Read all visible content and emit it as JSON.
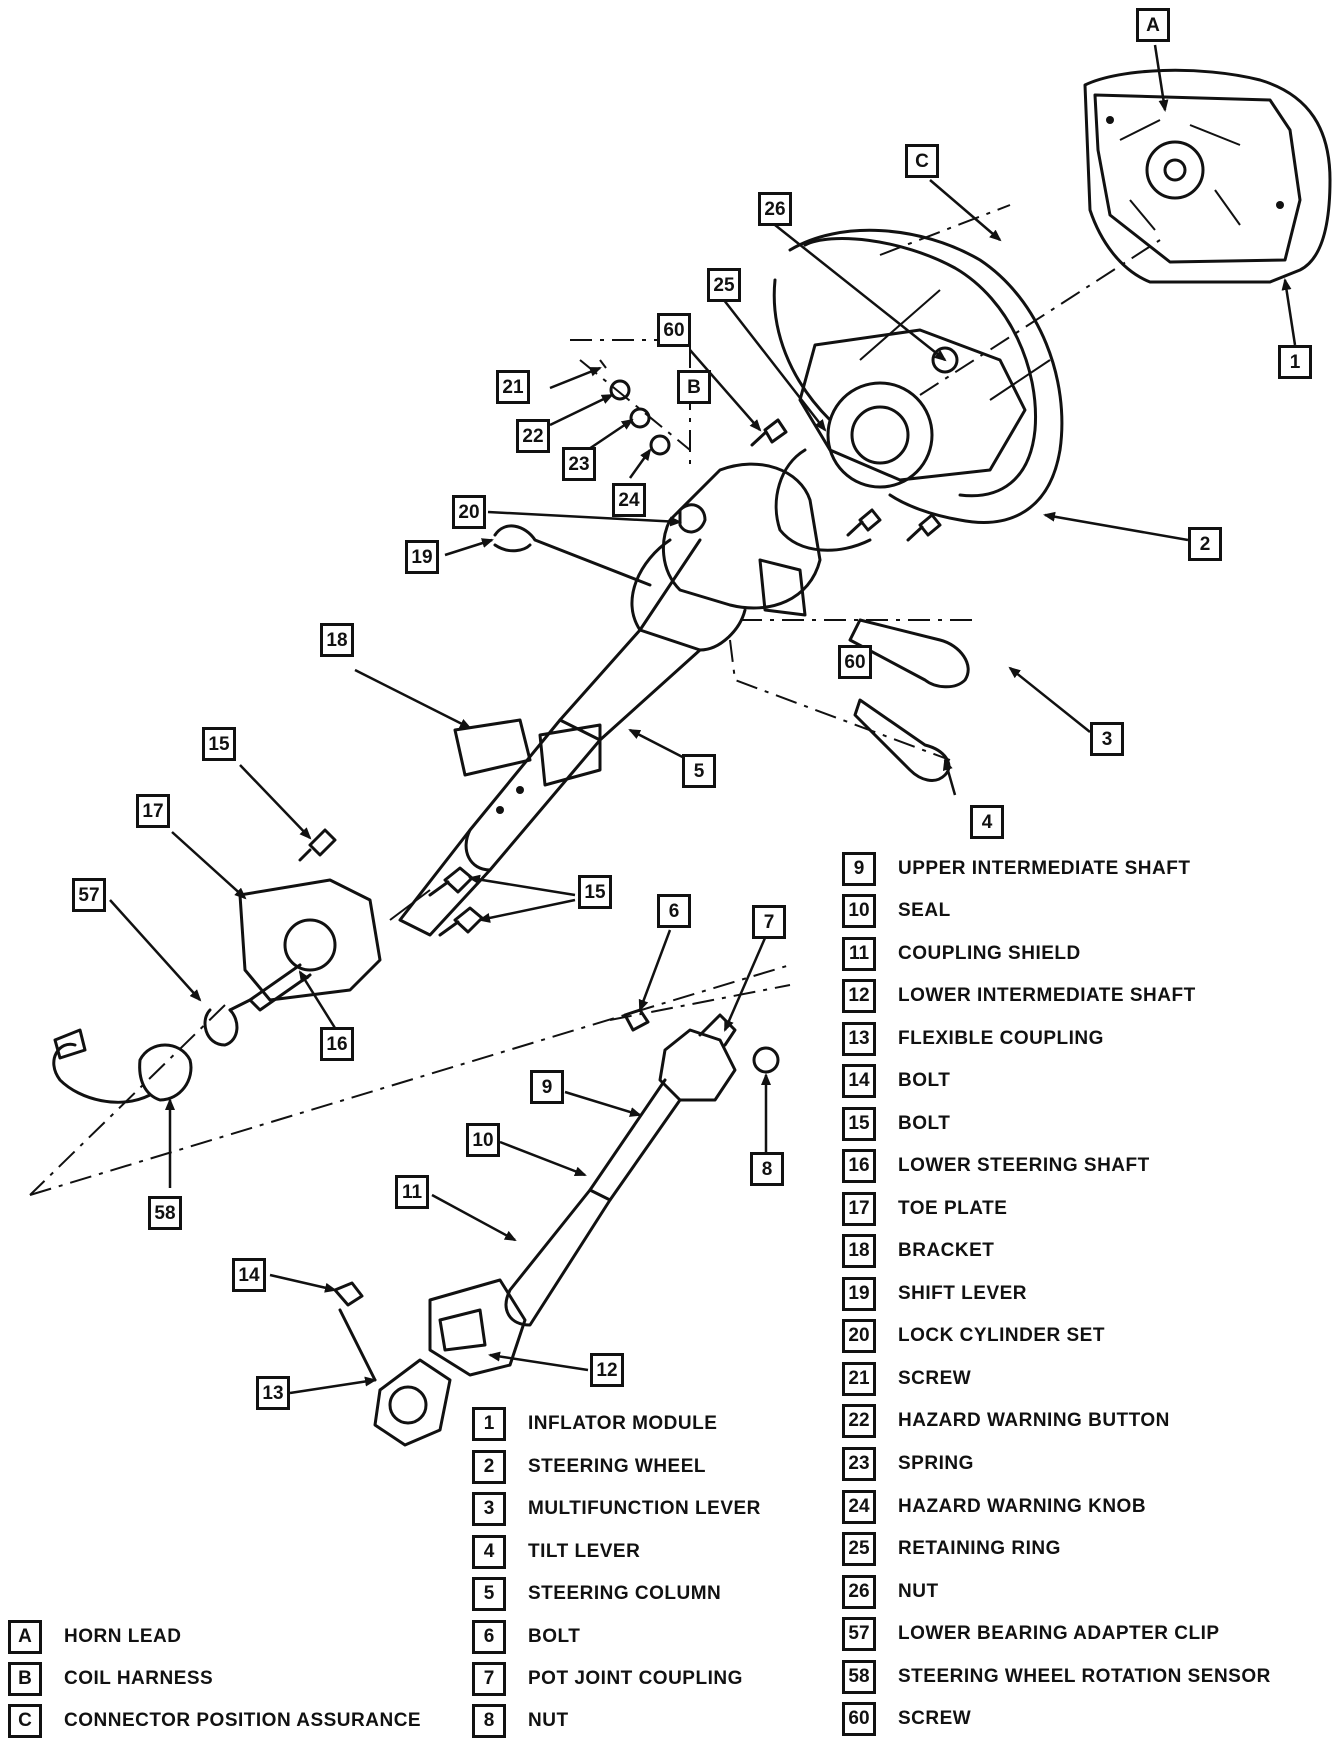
{
  "callouts": {
    "A": "A",
    "B": "B",
    "C": "C",
    "1": "1",
    "2": "2",
    "3": "3",
    "4": "4",
    "5": "5",
    "6": "6",
    "7": "7",
    "8": "8",
    "9": "9",
    "10": "10",
    "11": "11",
    "12": "12",
    "13": "13",
    "14": "14",
    "15a": "15",
    "15b": "15",
    "16": "16",
    "17": "17",
    "18": "18",
    "19": "19",
    "20": "20",
    "21": "21",
    "22": "22",
    "23": "23",
    "24": "24",
    "25": "25",
    "26": "26",
    "57": "57",
    "58": "58",
    "60a": "60",
    "60b": "60"
  },
  "legend_letters": [
    {
      "key": "A",
      "label": "HORN LEAD"
    },
    {
      "key": "B",
      "label": "COIL HARNESS"
    },
    {
      "key": "C",
      "label": "CONNECTOR POSITION ASSURANCE"
    }
  ],
  "legend_middle": [
    {
      "key": "1",
      "label": "INFLATOR MODULE"
    },
    {
      "key": "2",
      "label": "STEERING WHEEL"
    },
    {
      "key": "3",
      "label": "MULTIFUNCTION LEVER"
    },
    {
      "key": "4",
      "label": "TILT LEVER"
    },
    {
      "key": "5",
      "label": "STEERING COLUMN"
    },
    {
      "key": "6",
      "label": "BOLT"
    },
    {
      "key": "7",
      "label": "POT JOINT COUPLING"
    },
    {
      "key": "8",
      "label": "NUT"
    }
  ],
  "legend_right": [
    {
      "key": "9",
      "label": "UPPER INTERMEDIATE SHAFT"
    },
    {
      "key": "10",
      "label": "SEAL"
    },
    {
      "key": "11",
      "label": "COUPLING SHIELD"
    },
    {
      "key": "12",
      "label": "LOWER INTERMEDIATE SHAFT"
    },
    {
      "key": "13",
      "label": "FLEXIBLE COUPLING"
    },
    {
      "key": "14",
      "label": "BOLT"
    },
    {
      "key": "15",
      "label": "BOLT"
    },
    {
      "key": "16",
      "label": "LOWER STEERING SHAFT"
    },
    {
      "key": "17",
      "label": "TOE PLATE"
    },
    {
      "key": "18",
      "label": "BRACKET"
    },
    {
      "key": "19",
      "label": "SHIFT LEVER"
    },
    {
      "key": "20",
      "label": "LOCK CYLINDER SET"
    },
    {
      "key": "21",
      "label": "SCREW"
    },
    {
      "key": "22",
      "label": "HAZARD WARNING BUTTON"
    },
    {
      "key": "23",
      "label": "SPRING"
    },
    {
      "key": "24",
      "label": "HAZARD WARNING KNOB"
    },
    {
      "key": "25",
      "label": "RETAINING RING"
    },
    {
      "key": "26",
      "label": "NUT"
    },
    {
      "key": "57",
      "label": "LOWER BEARING ADAPTER CLIP"
    },
    {
      "key": "58",
      "label": "STEERING WHEEL ROTATION SENSOR"
    },
    {
      "key": "60",
      "label": "SCREW"
    }
  ]
}
